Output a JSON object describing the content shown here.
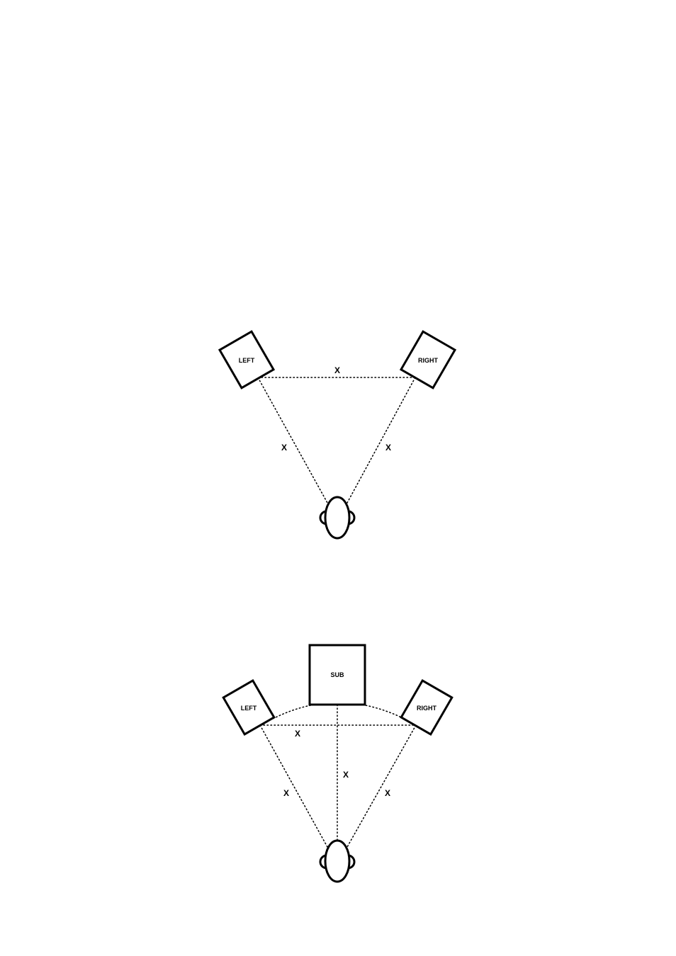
{
  "diagrams": [
    {
      "left_label": "LEFT",
      "right_label": "RIGHT",
      "distance_labels": [
        "X",
        "X",
        "X"
      ]
    },
    {
      "left_label": "LEFT",
      "right_label": "RIGHT",
      "sub_label": "SUB",
      "distance_labels": [
        "X",
        "X",
        "X",
        "X"
      ]
    }
  ],
  "colors": {
    "line": "#000000",
    "background": "#ffffff"
  }
}
